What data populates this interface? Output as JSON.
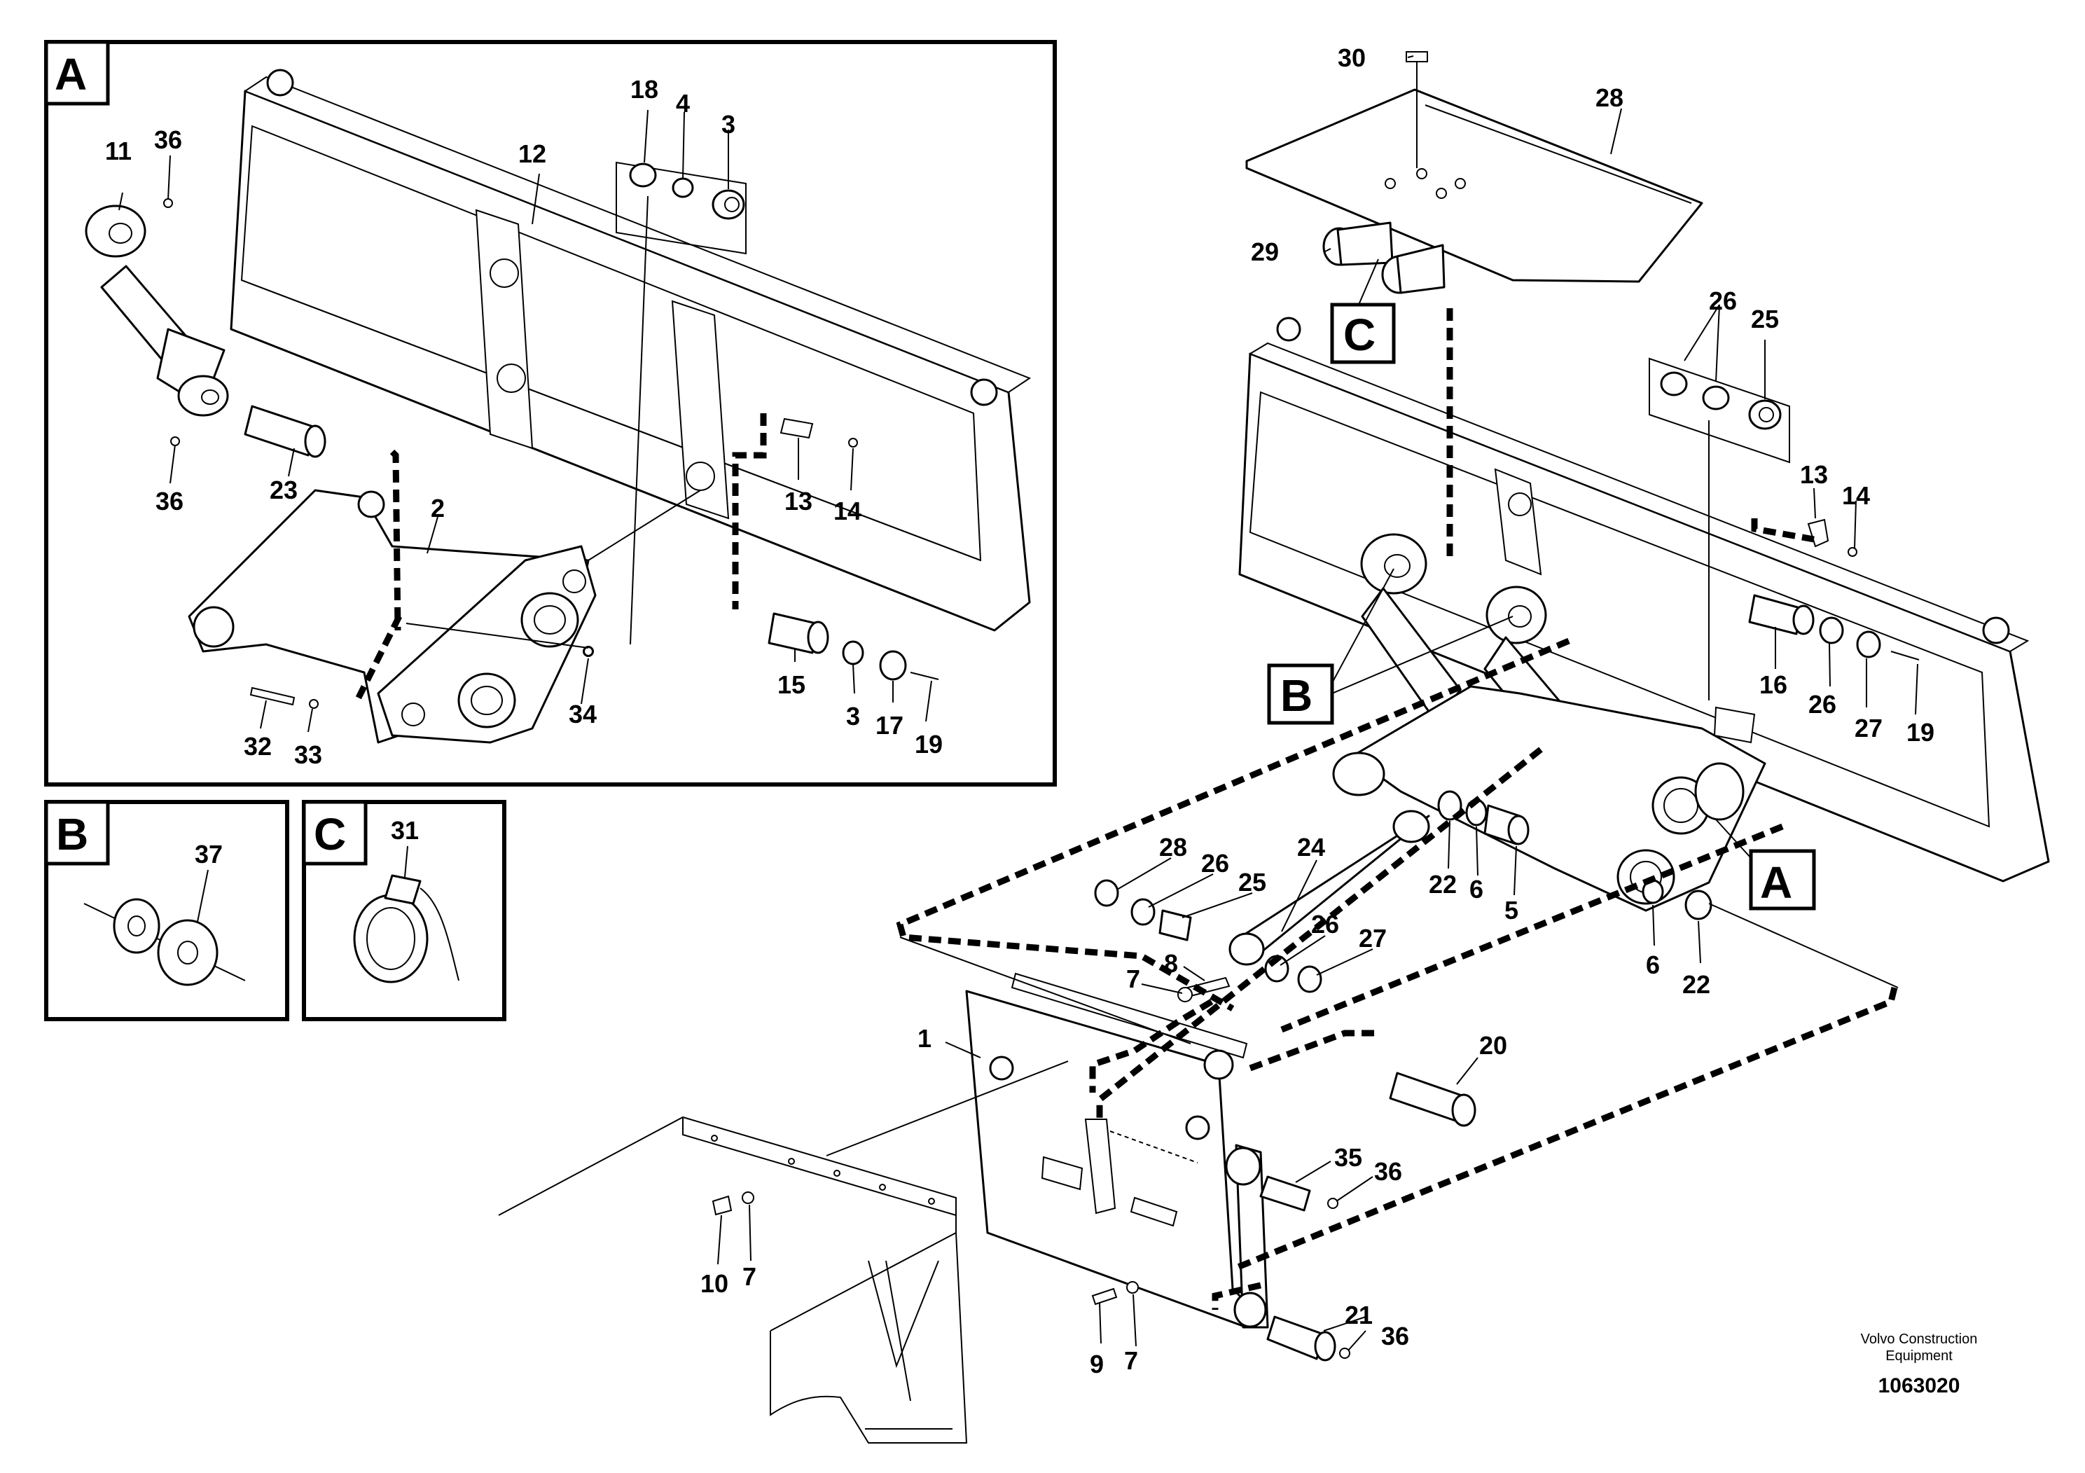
{
  "callouts": {
    "a": [
      "11",
      "36",
      "36",
      "12",
      "18",
      "4",
      "3",
      "23",
      "2",
      "13",
      "14",
      "15",
      "3",
      "17",
      "19",
      "34",
      "32",
      "33"
    ],
    "b": [
      "37"
    ],
    "c": [
      "31"
    ],
    "main": [
      "30",
      "28",
      "29",
      "26",
      "25",
      "13",
      "14",
      "16",
      "26",
      "27",
      "19",
      "24",
      "28",
      "26",
      "25",
      "26",
      "27",
      "22",
      "6",
      "5",
      "6",
      "22",
      "8",
      "7",
      "1",
      "20",
      "35",
      "36",
      "21",
      "36",
      "10",
      "7",
      "9",
      "7"
    ]
  },
  "detail_tags": {
    "box_a": "A",
    "box_b": "B",
    "box_c": "C",
    "ref_a": "A",
    "ref_b": "B",
    "ref_c": "C"
  },
  "footer": {
    "maker_line1": "Volvo Construction",
    "maker_line2": "Equipment",
    "drawing_number": "1063020"
  }
}
